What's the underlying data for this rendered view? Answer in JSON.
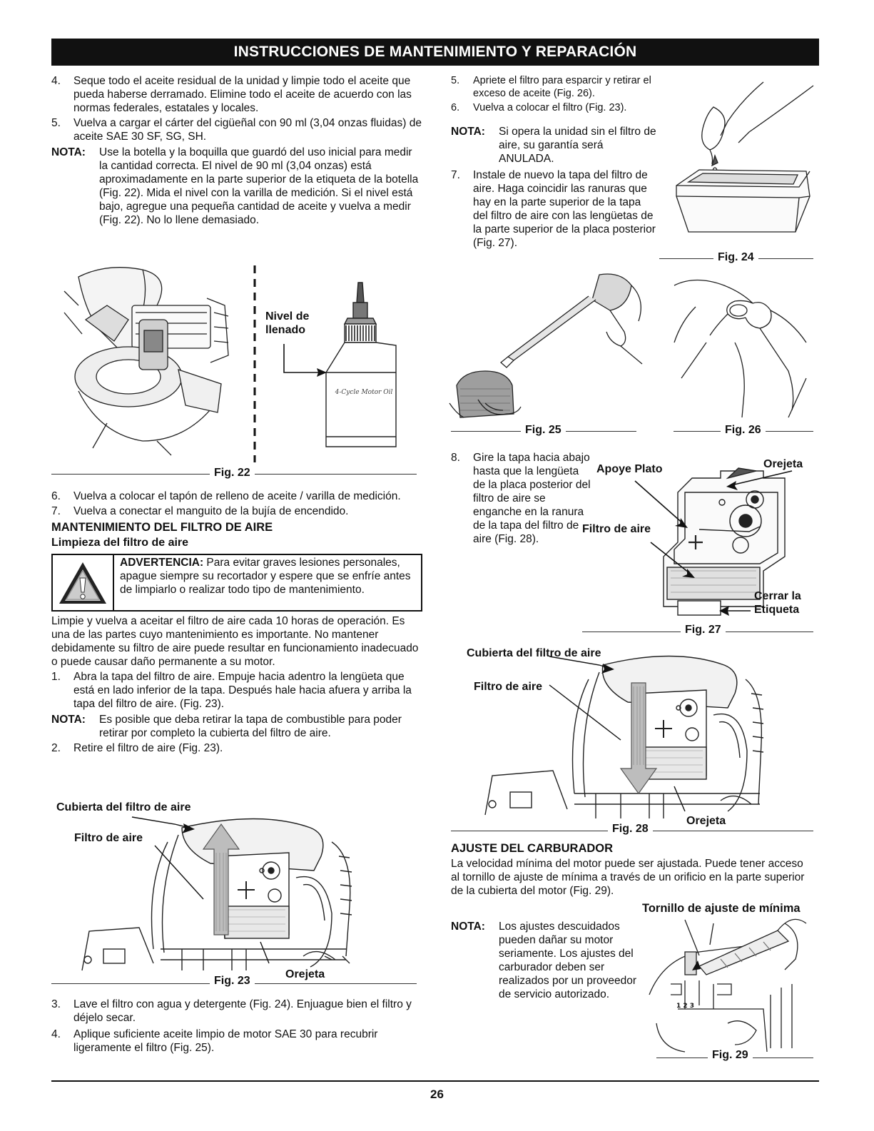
{
  "header": {
    "title": "INSTRUCCIONES DE MANTENIMIENTO Y REPARACIÓN"
  },
  "left": {
    "steps_top": [
      {
        "num": "4.",
        "text": "Seque todo el aceite residual de la unidad y limpie todo el aceite que pueda haberse derramado. Elimine todo el aceite de acuerdo con las normas federales, estatales y locales."
      },
      {
        "num": "5.",
        "text": "Vuelva a cargar el cárter del cigüeñal con 90 ml (3,04 onzas fluidas) de aceite SAE 30 SF, SG, SH."
      }
    ],
    "nota1": {
      "label": "NOTA:",
      "text": "Use la botella y la boquilla que guardó del uso inicial para medir la cantidad correcta. El nivel de 90 ml (3,04 onzas) está aproximadamente en la parte superior de la etiqueta de la botella (Fig. 22). Mida el nivel con la varilla de medición. Si el nivel está bajo, agregue una pequeña cantidad de aceite y vuelva a medir (Fig. 22). No lo llene demasiado."
    },
    "fig22": {
      "label": "Fig. 22",
      "callout_line1": "Nivel de",
      "callout_line2": "llenado",
      "bottle_text": "4-Cycle Motor Oil"
    },
    "steps_mid": [
      {
        "num": "6.",
        "text": "Vuelva a colocar el tapón de relleno de aceite / varilla de medición."
      },
      {
        "num": "7.",
        "text": "Vuelva a conectar el manguito de la bujía de encendido."
      }
    ],
    "heading_main": "MANTENIMIENTO DEL FILTRO DE AIRE",
    "heading_sub": "Limpieza del filtro de aire",
    "warning": {
      "label": "ADVERTENCIA:",
      "text": " Para evitar graves lesiones personales, apague siempre su recortador y espere que se enfríe antes de limpiarlo o realizar todo tipo de mantenimiento."
    },
    "para_clean": "Limpie y vuelva a aceitar el filtro de aire cada 10 horas de operación. Es una de las partes cuyo mantenimiento es importante. No mantener debidamente su filtro de aire puede resultar en funcionamiento inadecuado o puede causar daño permanente a su motor.",
    "step1": {
      "num": "1.",
      "text": "Abra la tapa del filtro de aire. Empuje hacia adentro la lengüeta que está en lado inferior de la tapa. Después hale hacia afuera y arriba la tapa del filtro de aire. (Fig. 23)."
    },
    "nota2": {
      "label": "NOTA:",
      "text": "Es posible que deba retirar la tapa de combustible para poder retirar por completo la cubierta del filtro de aire."
    },
    "step2": {
      "num": "2.",
      "text": "Retire el filtro de aire (Fig. 23)."
    },
    "fig23": {
      "label": "Fig. 23",
      "cubierta": "Cubierta del filtro de aire",
      "filtro": "Filtro de aire",
      "orejeta": "Orejeta"
    },
    "steps_bottom": [
      {
        "num": "3.",
        "text": "Lave el filtro con agua y detergente (Fig. 24). Enjuague bien el filtro y déjelo secar."
      },
      {
        "num": "4.",
        "text": "Aplique suficiente aceite limpio de motor SAE 30 para recubrir ligeramente el filtro (Fig. 25)."
      }
    ]
  },
  "right": {
    "steps_top": [
      {
        "num": "5.",
        "text": "Apriete el filtro para esparcir y retirar el exceso de aceite (Fig. 26)."
      },
      {
        "num": "6.",
        "text": "Vuelva a colocar el filtro (Fig. 23)."
      }
    ],
    "nota1": {
      "label": "NOTA:",
      "text": "Si opera la unidad sin el filtro de aire, su garantía será ANULADA."
    },
    "step7": {
      "num": "7.",
      "text": "Instale de nuevo la tapa del filtro de aire. Haga coincidir las ranuras que hay en la parte superior de la tapa del filtro de aire con las lengüetas de la parte superior de la placa posterior (Fig. 27)."
    },
    "fig24": {
      "label": "Fig. 24"
    },
    "fig25": {
      "label": "Fig. 25"
    },
    "fig26": {
      "label": "Fig. 26"
    },
    "step8": {
      "num": "8.",
      "text": "Gire la tapa hacia abajo hasta que la lengüeta de la placa posterior del filtro de aire se enganche en la ranura de la tapa del filtro de aire (Fig. 28)."
    },
    "fig27": {
      "label": "Fig. 27",
      "apoye": "Apoye Plato",
      "orejeta": "Orejeta",
      "filtro": "Filtro de aire",
      "cerrar1": "Cerrar la",
      "cerrar2": "Etiqueta"
    },
    "fig28": {
      "label": "Fig. 28",
      "cubierta": "Cubierta del filtro de aire",
      "filtro": "Filtro de aire",
      "orejeta": "Orejeta"
    },
    "heading_carb": "AJUSTE DEL CARBURADOR",
    "para_carb": "La velocidad mínima del motor puede ser ajustada. Puede tener acceso al tornillo de ajuste de mínima a través de un orificio en la parte superior de la cubierta del motor (Fig. 29).",
    "tornillo": "Tornillo de ajuste de mínima",
    "nota2": {
      "label": "NOTA:",
      "text": "Los ajustes descuidados pueden dañar su motor seriamente. Los ajustes del carburador deben ser realizados por un proveedor de servicio autorizado."
    },
    "fig29": {
      "label": "Fig. 29",
      "digits": "1 2 3"
    }
  },
  "footer": {
    "page_number": "26"
  }
}
